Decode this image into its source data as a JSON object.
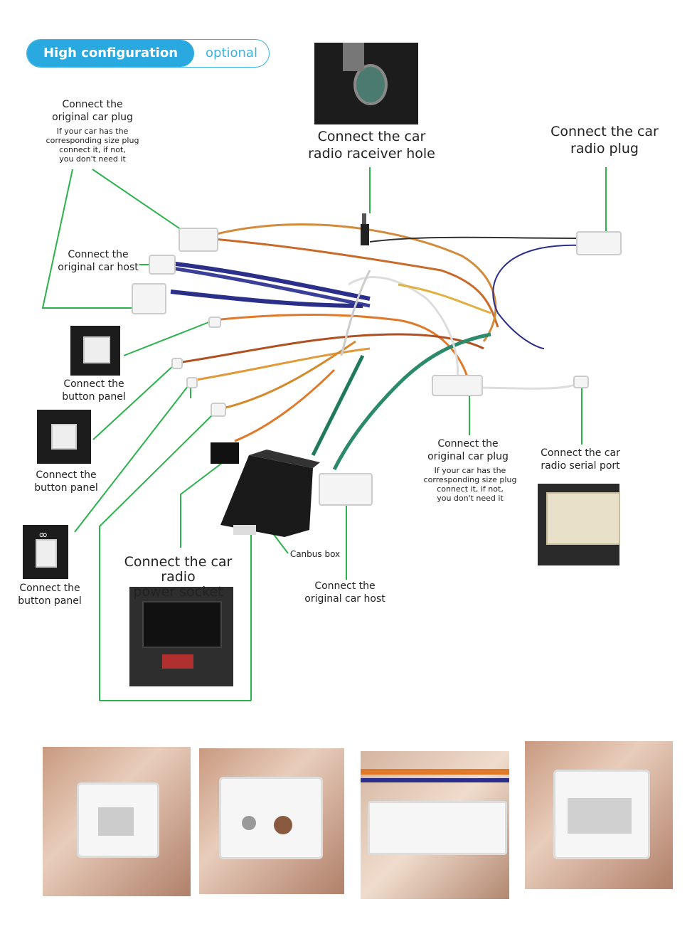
{
  "badge": {
    "high": "High configuration",
    "optional": "optional"
  },
  "labels": {
    "orig_plug_top": {
      "title": "Connect the\noriginal car plug",
      "note": "If your car has the\ncorresponding size plug\nconnect it, if not,\nyou don't need it"
    },
    "receiver_hole": "Connect the  car\nradio raceiver hole",
    "radio_plug": "Connect the car\nradio  plug",
    "orig_host_left": "Connect the\noriginal car host",
    "button_panel_1": "Connect the\nbutton panel",
    "button_panel_2": "Connect the\nbutton panel",
    "button_panel_3": "Connect the\nbutton panel",
    "orig_plug_mid": {
      "title": "Connect the\noriginal car plug",
      "note": "If your car has the\ncorresponding size plug\nconnect it, if not,\nyou don't need it"
    },
    "serial_port": "Connect the car\nradio  serial port",
    "power_socket": "Connect the car radio\npower socket",
    "canbus_box": "Canbus box",
    "orig_host_bottom": "Connect the\noriginal car host"
  },
  "colors": {
    "accent": "#2aa8e0",
    "leader_line": "#2bb24c",
    "wire_blue": "#2b2f8a",
    "wire_orange": "#e07a2a",
    "wire_green": "#1e7a5a"
  }
}
